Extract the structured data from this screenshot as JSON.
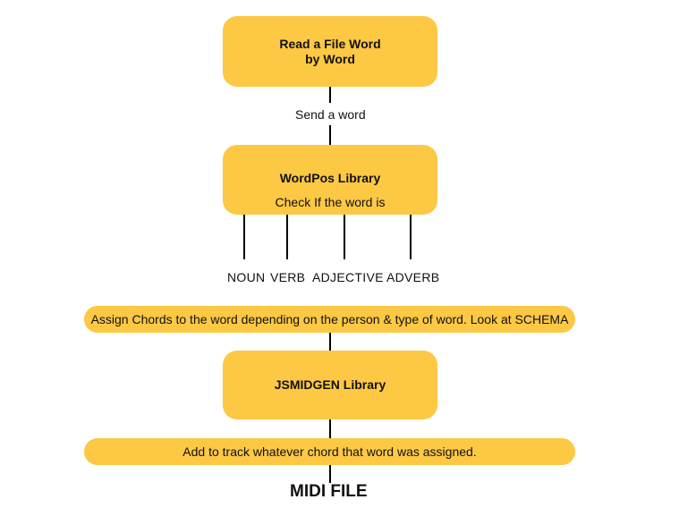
{
  "nodes": {
    "read_file": {
      "line1": "Read a File Word",
      "line2": "by Word"
    },
    "send_word": "Send a word",
    "wordpos": {
      "title": "WordPos Library",
      "subtitle": "Check If the word is"
    },
    "pos_types": [
      "NOUN",
      "VERB",
      "ADJECTIVE",
      "ADVERB"
    ],
    "assign_chords": "Assign Chords to the word depending on the person & type of word. Look at SCHEMA",
    "jsmidgen": {
      "title": "JSMIDGEN Library"
    },
    "add_track": "Add to track whatever chord that word was assigned.",
    "output": "MIDI FILE"
  },
  "colors": {
    "box_fill": "#FDC844",
    "line": "#000000"
  }
}
